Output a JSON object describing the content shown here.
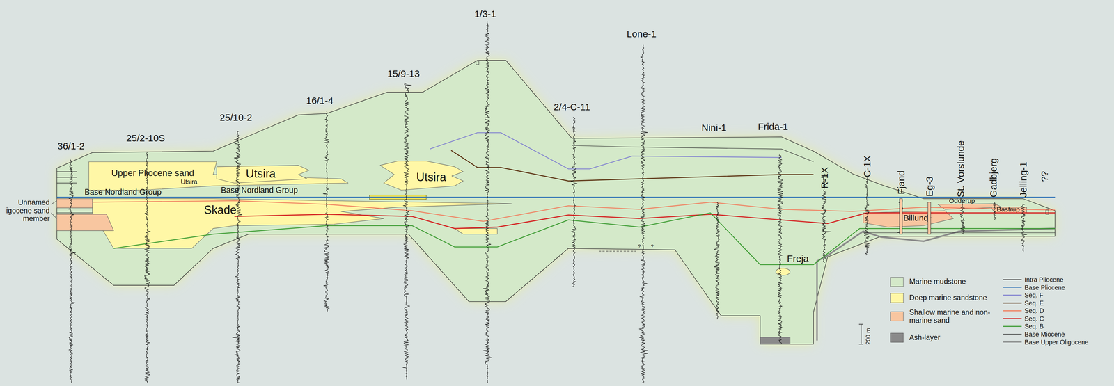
{
  "diagram": {
    "nodes": [
      {
        "text": [
          "Upper Pliocene sand"
        ]
      },
      {
        "text": [
          "Utsira"
        ]
      },
      {
        "text": [
          "Utsira"
        ]
      },
      {
        "text": [
          "Utsira"
        ]
      },
      {
        "text": [
          "Skade"
        ]
      },
      {
        "text": [
          "Freja"
        ]
      },
      {
        "text": [
          "Odderup"
        ]
      },
      {
        "text": [
          "Billund"
        ]
      },
      {
        "text": [
          "Bastrup"
        ]
      }
    ],
    "labels": [
      "36/1-2",
      "25/2-10S",
      "25/10-2",
      "16/1-4",
      "15/9-13",
      "1/3-1",
      "2/4-C-11",
      "Lone-1",
      "Nini-1",
      "Frida-1",
      "R-1X",
      "C-1X",
      "Fjand",
      "Eg-3",
      "St. Vorslunde",
      "Gadbjerg",
      "Jelling-1",
      "??",
      "Base Nordland Group",
      "Base Nordland Group",
      "Unnamed igocene sand member",
      "?",
      "?",
      "200 m"
    ],
    "legend": [
      {
        "text": "Marine mudstone",
        "color": "#d4e9c9"
      },
      {
        "text": "Deep marine sandstone",
        "color": "#fff7a6"
      },
      {
        "text": "Shallow marine and non-marine sand",
        "color": "#f8c6a0"
      },
      {
        "text": "Ash-layer",
        "color": "#8a8a8a"
      },
      {
        "text": "Intra Pliocene"
      },
      {
        "text": "Base Pliocene"
      },
      {
        "text": "Seq. F"
      },
      {
        "text": "Seq. E"
      },
      {
        "text": "Seq. D"
      },
      {
        "text": "Seq. C"
      },
      {
        "text": "Seq. B"
      },
      {
        "text": "Base Miocene"
      },
      {
        "text": "Base Upper Oligocene"
      }
    ]
  }
}
